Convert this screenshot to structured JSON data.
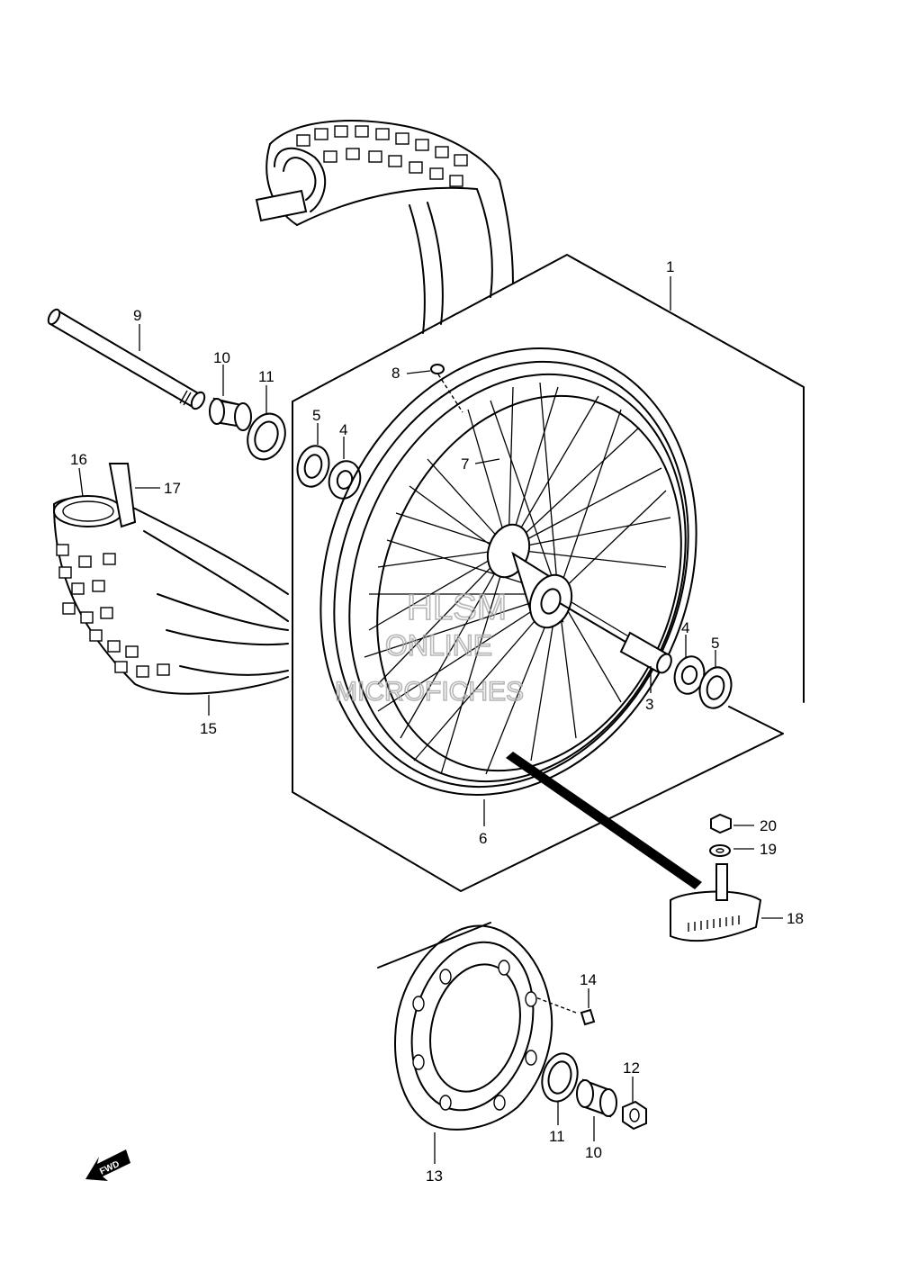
{
  "diagram": {
    "callouts": {
      "c1": "1",
      "c3": "3",
      "c4a": "4",
      "c4b": "4",
      "c5a": "5",
      "c5b": "5",
      "c6": "6",
      "c7": "7",
      "c8": "8",
      "c9": "9",
      "c10a": "10",
      "c10b": "10",
      "c11a": "11",
      "c11b": "11",
      "c12": "12",
      "c13": "13",
      "c14": "14",
      "c15": "15",
      "c16": "16",
      "c17": "17",
      "c18": "18",
      "c19": "19",
      "c20": "20"
    },
    "fwd_label": "FWD",
    "watermark": {
      "line1": "HLSM",
      "line2": "ONLINE",
      "line3": "MICROFICHES"
    }
  }
}
